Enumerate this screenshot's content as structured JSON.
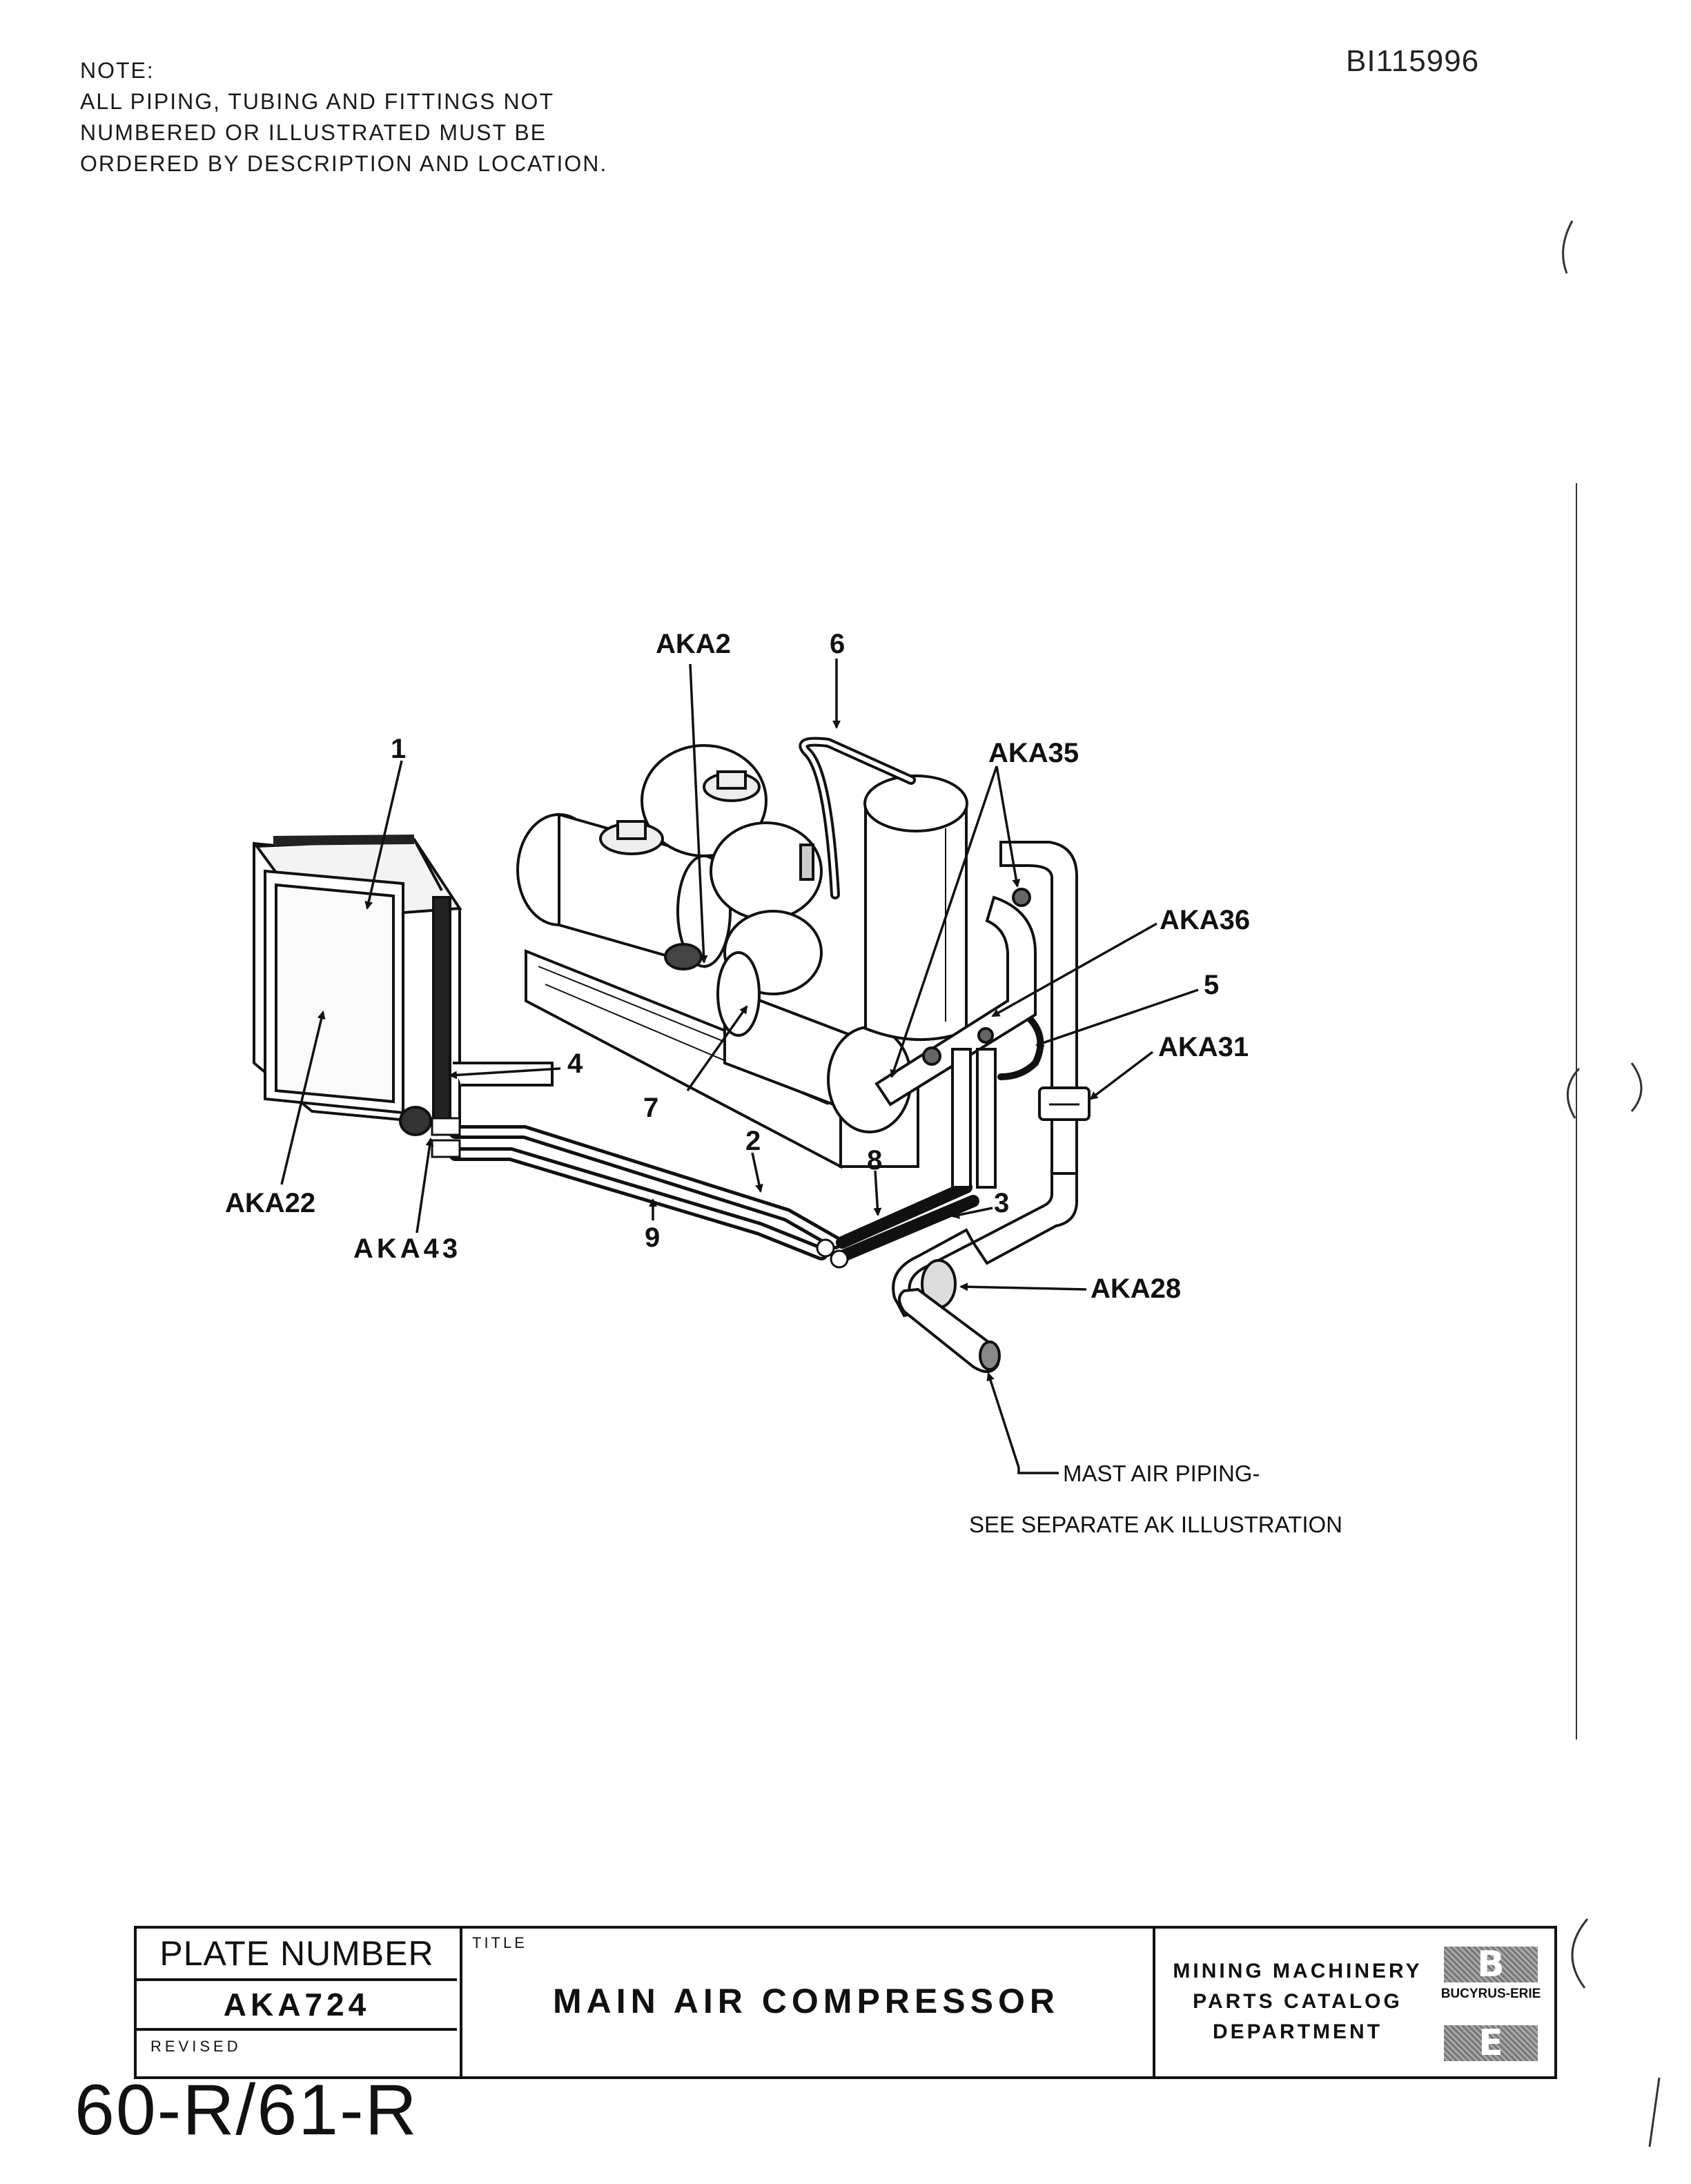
{
  "note": {
    "heading": "NOTE:",
    "lines": [
      "ALL PIPING, TUBING AND FITTINGS NOT",
      "NUMBERED OR ILLUSTRATED MUST BE",
      "ORDERED BY DESCRIPTION AND LOCATION."
    ]
  },
  "doc_id": "BI115996",
  "callouts": {
    "aka2": "AKA2",
    "n6": "6",
    "n1": "1",
    "aka35": "AKA35",
    "aka36": "AKA36",
    "n5": "5",
    "aka31": "AKA31",
    "n4": "4",
    "n7": "7",
    "n2": "2",
    "n8": "8",
    "n3": "3",
    "aka22": "AKA22",
    "aka43": "AKA43",
    "n9": "9",
    "aka28": "AKA28"
  },
  "mast_note": {
    "line1": "MAST AIR PIPING-",
    "line2": "SEE SEPARATE AK ILLUSTRATION"
  },
  "title_block": {
    "plate_label": "PLATE NUMBER",
    "plate_number": "AKA724",
    "revised_label": "REVISED",
    "title_tag": "TITLE",
    "title": "MAIN AIR COMPRESSOR",
    "dept_lines": [
      "MINING MACHINERY",
      "PARTS CATALOG",
      "DEPARTMENT"
    ],
    "logo_name": "BUCYRUS-ERIE",
    "logo_letter_top": "B",
    "logo_letter_bottom": "E"
  },
  "model_code": "60-R/61-R"
}
